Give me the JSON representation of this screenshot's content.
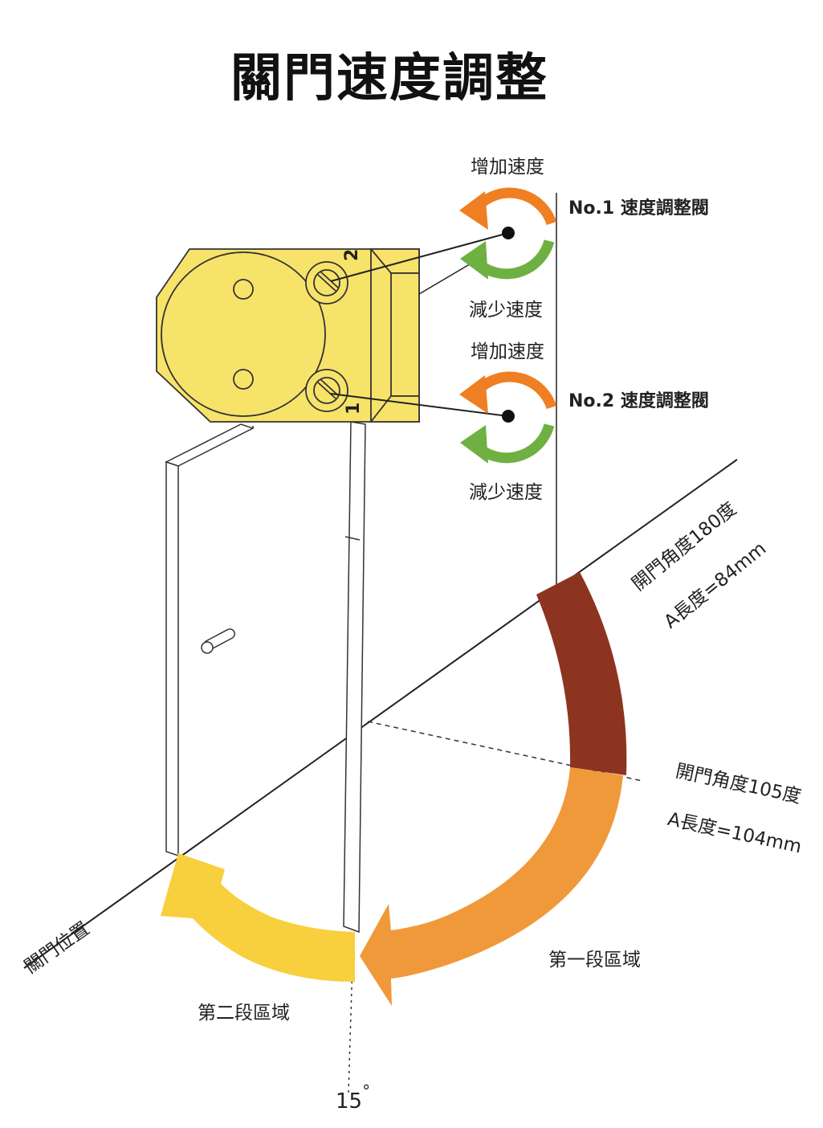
{
  "title": "關門速度調整",
  "valve1": {
    "increase_label": "增加速度",
    "decrease_label": "減少速度",
    "name": "No.1 速度調整閥",
    "screw_number": "2"
  },
  "valve2": {
    "increase_label": "增加速度",
    "decrease_label": "減少速度",
    "name": "No.2  速度調整閥",
    "screw_number": "1"
  },
  "angles": {
    "open_180": "開門角度180度",
    "length_84": "A長度=84mm",
    "open_105": "開門角度105度",
    "length_104": "A長度=104mm",
    "closed_position": "關門位置",
    "angle_15": "15",
    "degree_symbol": "°"
  },
  "zones": {
    "first": "第一段區域",
    "second": "第二段區域"
  },
  "colors": {
    "body_yellow": "#f8e36a",
    "increase_orange": "#ef7f22",
    "decrease_green": "#6fb043",
    "zone_dark_red": "#8c3420",
    "zone1_orange": "#f0993a",
    "zone2_yellow": "#f8cf3c"
  }
}
